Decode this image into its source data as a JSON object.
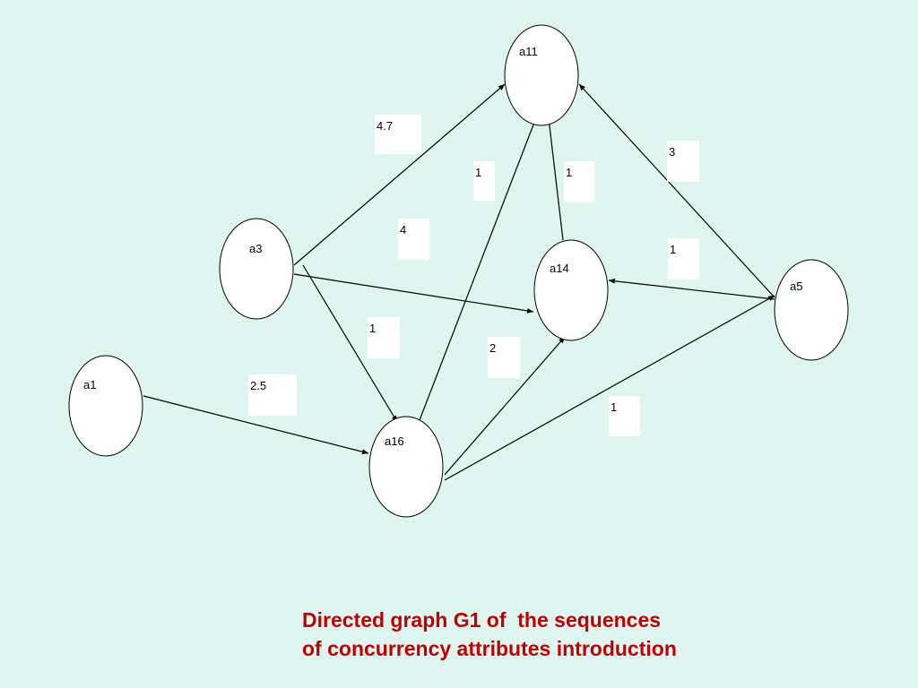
{
  "background_color": "#dff5ef",
  "caption": {
    "line1": "Directed graph G1 of  the sequences",
    "line2": "of concurrency attributes introduction",
    "color": "#c00000"
  },
  "nodes": [
    {
      "id": "a11",
      "label": "a11"
    },
    {
      "id": "a3",
      "label": "a3"
    },
    {
      "id": "a14",
      "label": "a14"
    },
    {
      "id": "a5",
      "label": "a5"
    },
    {
      "id": "a1",
      "label": "a1"
    },
    {
      "id": "a16",
      "label": "a16"
    }
  ],
  "edges": [
    {
      "from": "a3",
      "to": "a11",
      "weight": "4.7"
    },
    {
      "from": "a11",
      "to": "a16",
      "weight": "1"
    },
    {
      "from": "a14",
      "to": "a11",
      "weight": "1"
    },
    {
      "from": "a5",
      "to": "a11",
      "weight": "3"
    },
    {
      "from": "a3",
      "to": "a14",
      "weight": "4"
    },
    {
      "from": "a5",
      "to": "a14",
      "weight": "1"
    },
    {
      "from": "a3",
      "to": "a16",
      "weight": "1"
    },
    {
      "from": "a16",
      "to": "a14",
      "weight": "2"
    },
    {
      "from": "a1",
      "to": "a16",
      "weight": "2.5"
    },
    {
      "from": "a16",
      "to": "a5",
      "weight": "1"
    }
  ]
}
